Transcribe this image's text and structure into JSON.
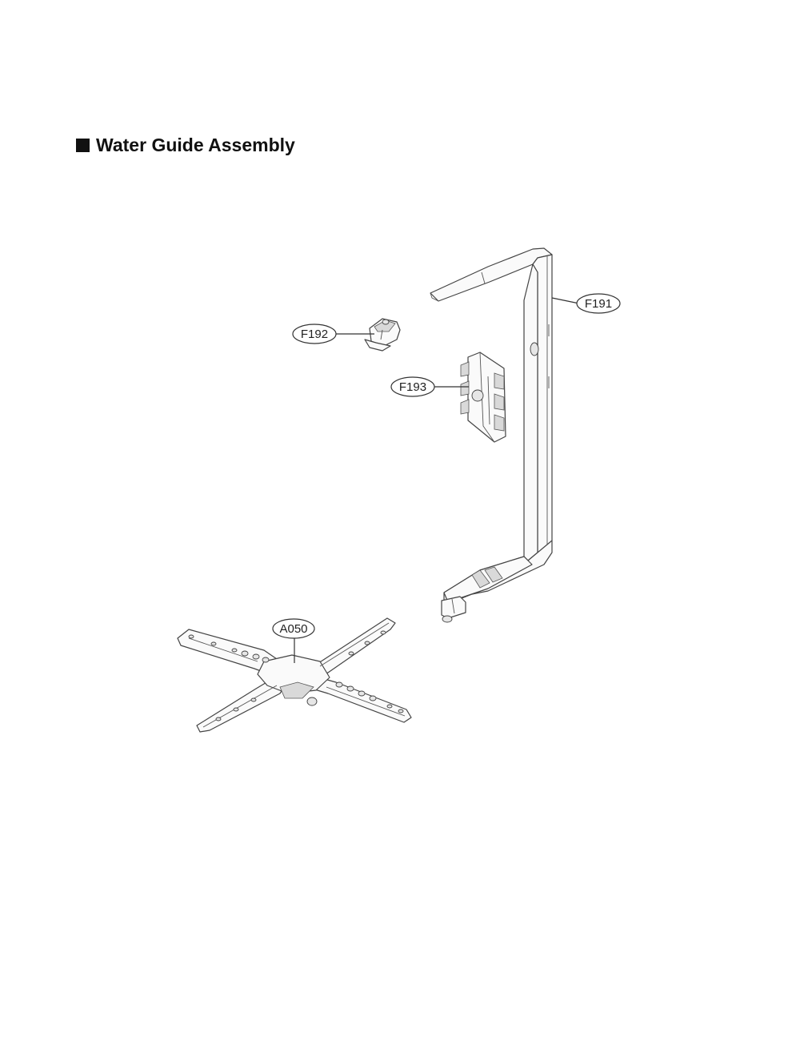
{
  "heading": {
    "title": "Water Guide Assembly",
    "bullet_icon": "black-square-icon"
  },
  "callouts": {
    "f191": "F191",
    "f192": "F192",
    "f193": "F193",
    "a050": "A050"
  }
}
